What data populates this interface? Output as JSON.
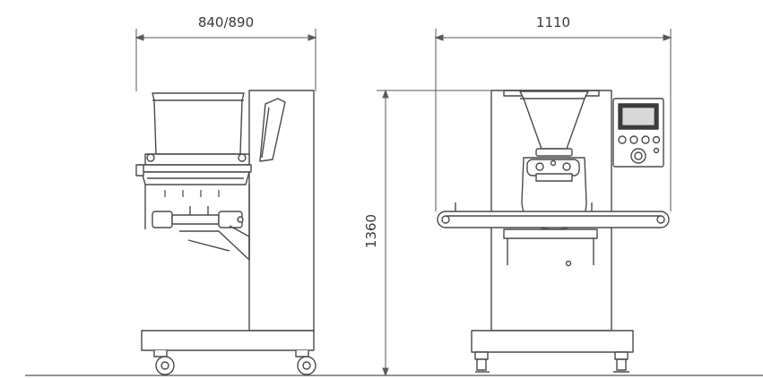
{
  "dimensions": {
    "side_width": "840/890",
    "front_width": "1110",
    "height": "1360"
  },
  "colors": {
    "line": "#4a4a4a",
    "dim_line": "#5a5a5a",
    "fill": "#ffffff",
    "screen": "#3c3c3c"
  }
}
